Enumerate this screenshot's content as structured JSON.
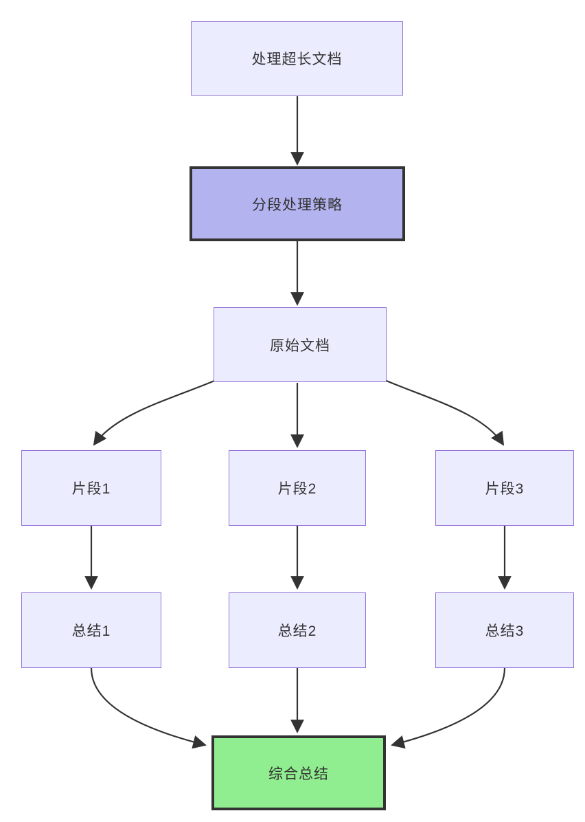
{
  "diagram": {
    "kind": "flowchart",
    "direction": "top-down",
    "nodes": [
      {
        "id": "A",
        "label": "处理超长文档",
        "style": "default"
      },
      {
        "id": "B",
        "label": "分段处理策略",
        "style": "emphasis"
      },
      {
        "id": "C",
        "label": "原始文档",
        "style": "default"
      },
      {
        "id": "D1",
        "label": "片段1",
        "style": "default"
      },
      {
        "id": "D2",
        "label": "片段2",
        "style": "default"
      },
      {
        "id": "D3",
        "label": "片段3",
        "style": "default"
      },
      {
        "id": "E1",
        "label": "总结1",
        "style": "default"
      },
      {
        "id": "E2",
        "label": "总结2",
        "style": "default"
      },
      {
        "id": "E3",
        "label": "总结3",
        "style": "default"
      },
      {
        "id": "F",
        "label": "综合总结",
        "style": "success"
      }
    ],
    "edges": [
      {
        "from": "A",
        "to": "B"
      },
      {
        "from": "B",
        "to": "C"
      },
      {
        "from": "C",
        "to": "D1"
      },
      {
        "from": "C",
        "to": "D2"
      },
      {
        "from": "C",
        "to": "D3"
      },
      {
        "from": "D1",
        "to": "E1"
      },
      {
        "from": "D2",
        "to": "E2"
      },
      {
        "from": "D3",
        "to": "E3"
      },
      {
        "from": "E1",
        "to": "F"
      },
      {
        "from": "E2",
        "to": "F"
      },
      {
        "from": "E3",
        "to": "F"
      }
    ],
    "colors": {
      "background": "#ffffff",
      "node_fill": "#ececff",
      "node_border": "#9370db",
      "emphasis_fill": "#b3b3ef",
      "emphasis_border": "#333333",
      "success_fill": "#90ee90",
      "success_border": "#333333",
      "edge_color": "#333333",
      "text_color": "#333333"
    }
  }
}
